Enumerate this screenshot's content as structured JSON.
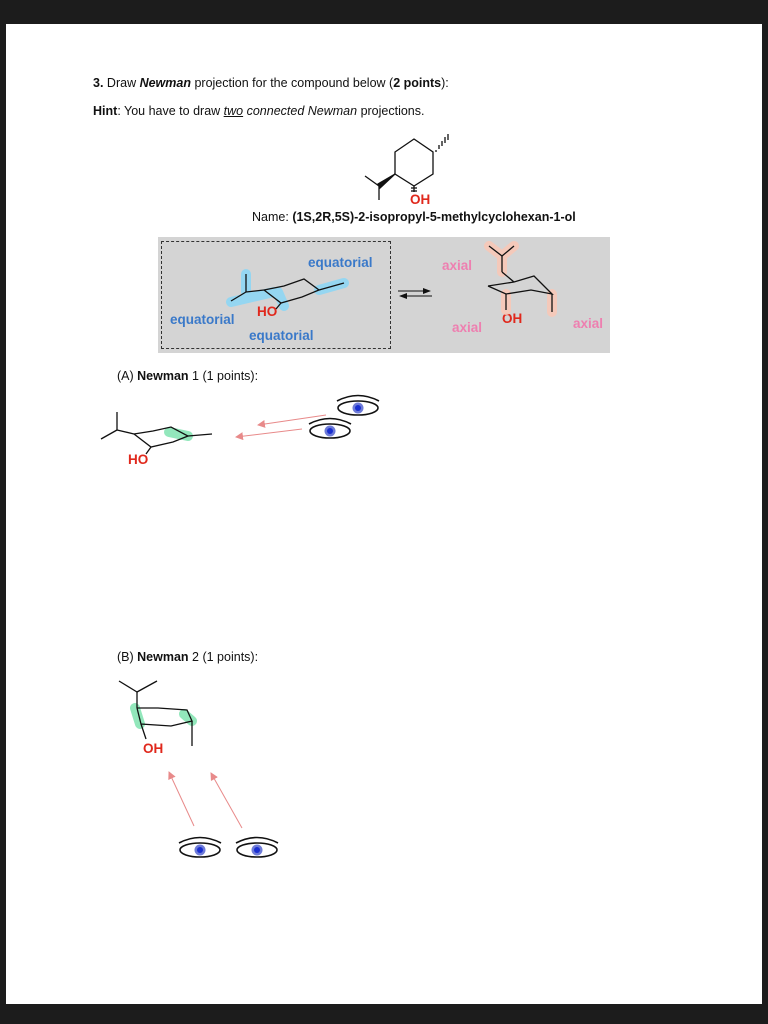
{
  "question": {
    "number": "3.",
    "prefix": "Draw",
    "emphasis": "Newman",
    "suffix": "projection for the compound below (",
    "points": "2 points",
    "close": "):"
  },
  "hint": {
    "label": "Hint",
    "colon": ": You have to draw",
    "word_underlined": "two",
    "italic": "connected Newman",
    "end": "projections."
  },
  "compound": {
    "oh_label": "OH",
    "name_label": "Name:",
    "name_value": "(1S,2R,5S)-2-isopropyl-5-methylcyclohexan-1-ol"
  },
  "conformers": {
    "left": {
      "top_label": "equatorial",
      "left_label": "equatorial",
      "bottom_label": "equatorial",
      "ho_label": "HO"
    },
    "right": {
      "top_label": "axial",
      "left_label": "axial",
      "right_label": "axial",
      "oh_label": "OH"
    }
  },
  "part_a": {
    "prefix": "(A)",
    "title": "Newman",
    "suffix": "1 (1 points):",
    "ho_label": "HO"
  },
  "part_b": {
    "prefix": "(B)",
    "title": "Newman",
    "suffix": "2 (1 points):",
    "oh_label": "OH"
  },
  "colors": {
    "equatorial": "#3a79c9",
    "axial": "#ee7fb0",
    "heteroatom": "#e0281c",
    "highlight_green": "#8de6b8",
    "highlight_blue": "#8fd7f5",
    "highlight_pink": "#f8c8b8",
    "arrow": "#e88a8a",
    "panel": "#d4d4d4",
    "pupil": "#1a2fd0"
  },
  "icons": [
    "eye-icon",
    "equilibrium-arrows-icon",
    "sight-arrow-icon"
  ]
}
